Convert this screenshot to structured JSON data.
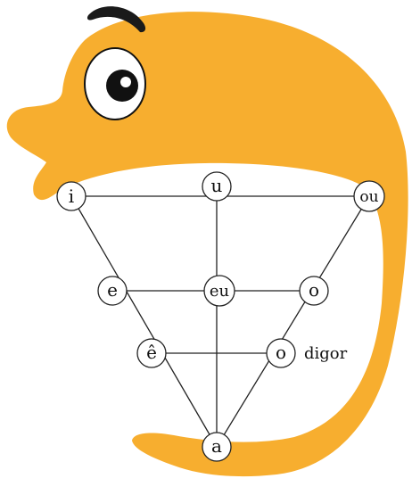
{
  "colors": {
    "creature": "#F7AE2F",
    "lines": "#222222",
    "node_fill": "#ffffff",
    "node_stroke": "#222222",
    "eye_white": "#ffffff",
    "pupil": "#111111",
    "brow": "#1a1a1a"
  },
  "vowels": {
    "i": "i",
    "u": "u",
    "ou_top": "ou",
    "e": "e",
    "eu": "eu",
    "o_mid": "o",
    "e_circ": "ê",
    "o_low": "o",
    "a": "a"
  },
  "annotation": {
    "digor": "digor"
  },
  "icons": {
    "creature": "fish-mascot-icon",
    "eye": "eye-icon",
    "brow": "eyebrow-icon"
  }
}
